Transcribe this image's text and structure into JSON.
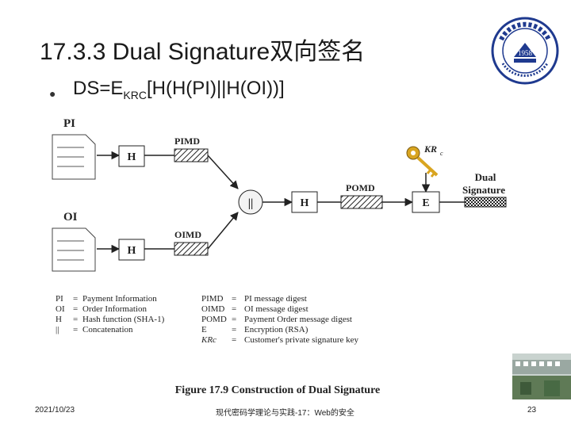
{
  "title": "17.3.3 Dual Signature双向签名",
  "formula": {
    "prefix": "DS=E",
    "subscript": "KR",
    "subscript_c": "C",
    "body": "[H(H(PI)||H(OI))]"
  },
  "logo": {
    "year": "1958",
    "icon": "university-seal-icon"
  },
  "diagram": {
    "pi_label": "PI",
    "oi_label": "OI",
    "hash_label": "H",
    "pimd_label": "PIMD",
    "oimd_label": "OIMD",
    "concat_label": "||",
    "pomd_label": "POMD",
    "encrypt_label": "E",
    "key_label": "KR",
    "key_sub": "c",
    "dual_label_1": "Dual",
    "dual_label_2": "Signature",
    "legend_left": [
      {
        "abbr": "PI",
        "sep": "=",
        "desc": "Payment Information"
      },
      {
        "abbr": "OI",
        "sep": "=",
        "desc": "Order Information"
      },
      {
        "abbr": "H",
        "sep": "=",
        "desc": "Hash function (SHA-1)"
      },
      {
        "abbr": "||",
        "sep": "=",
        "desc": "Concatenation"
      }
    ],
    "legend_right": [
      {
        "abbr": "PIMD",
        "sep": "=",
        "desc": "PI message digest"
      },
      {
        "abbr": "OIMD",
        "sep": "=",
        "desc": "OI message digest"
      },
      {
        "abbr": "POMD",
        "sep": "=",
        "desc": "Payment Order message digest"
      },
      {
        "abbr": "E",
        "sep": "=",
        "desc": "Encryption (RSA)"
      },
      {
        "abbr": "KRc",
        "sep": "=",
        "desc": "Customer's private signature key"
      }
    ],
    "caption": "Figure 17.9  Construction of Dual Signature"
  },
  "footer": {
    "date": "2021/10/23",
    "center": "现代密码学理论与实践-17：Web的安全",
    "page": "23"
  },
  "colors": {
    "title": "#1a1a1a",
    "seal_blue": "#1f3a8f",
    "key_gold": "#d9a520",
    "hatch": "#222222"
  }
}
